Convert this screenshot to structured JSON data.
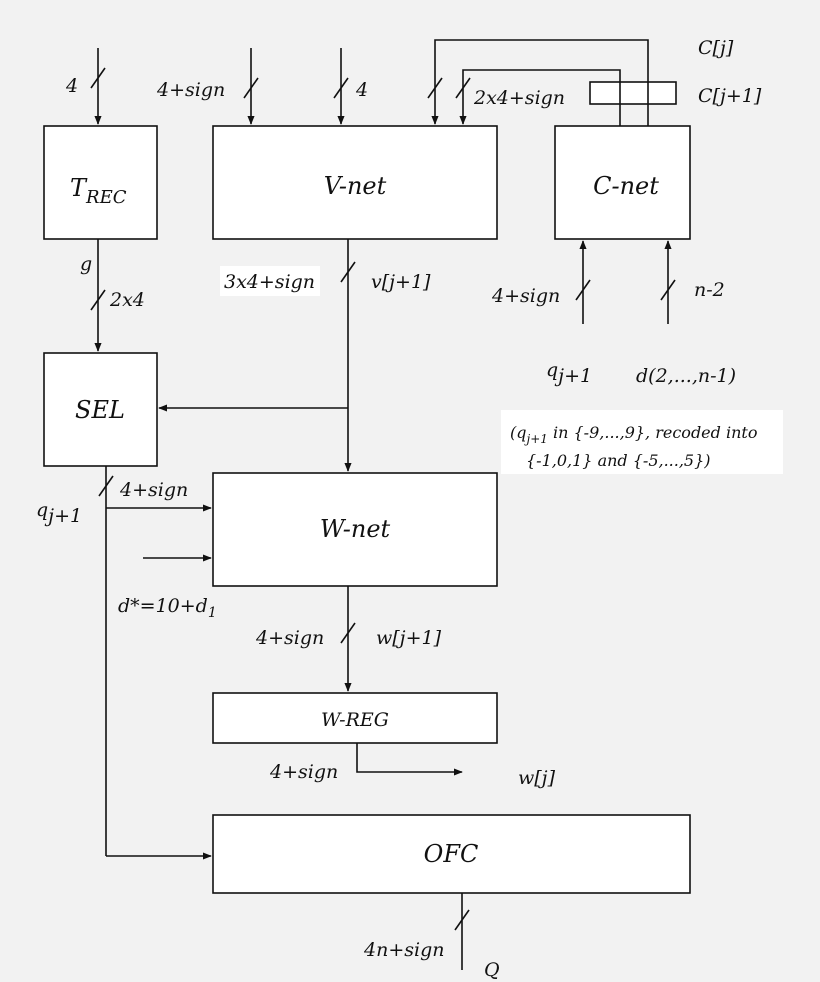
{
  "blocks": {
    "trec": {
      "main": "T",
      "sub": "REC"
    },
    "vnet": "V-net",
    "cnet": "C-net",
    "sel": "SEL",
    "wnet": "W-net",
    "wreg": "W-REG",
    "ofc": "OFC"
  },
  "labels": {
    "trec_in_width": "4",
    "vnet_in1_width": "4+sign",
    "vnet_in2_width": "4",
    "c_feedback_width": "2x4+sign",
    "c_j": "C[j]",
    "c_j1": "C[j+1]",
    "g": "g",
    "sel_in_width": "2x4",
    "vnet_out_width": "3x4+sign",
    "v_j1": "v[j+1]",
    "cnet_in1_width": "4+sign",
    "cnet_in2_width": "n-2",
    "q_main": "q",
    "q_sub": "j+1",
    "d_range": "d(2,...,n-1)",
    "note_line1_open": "(q",
    "note_line1_sub": "j+1",
    "note_line1_rest": " in {-9,...,9}, recoded into",
    "note_line2": "{-1,0,1} and {-5,...,5})",
    "sel_out_q_main": "q",
    "sel_out_q_sub": "j+1",
    "sel_out_width": "4+sign",
    "dstar_main": "d*=10+d",
    "dstar_sub": "1",
    "wnet_out_width": "4+sign",
    "w_j1": "w[j+1]",
    "wreg_out_width": "4+sign",
    "w_j": "w[j]",
    "ofc_out_width": "4n+sign",
    "ofc_out": "Q"
  },
  "colors": {
    "ink": "#111111",
    "background": "#f2f2f2",
    "box": "#ffffff"
  }
}
